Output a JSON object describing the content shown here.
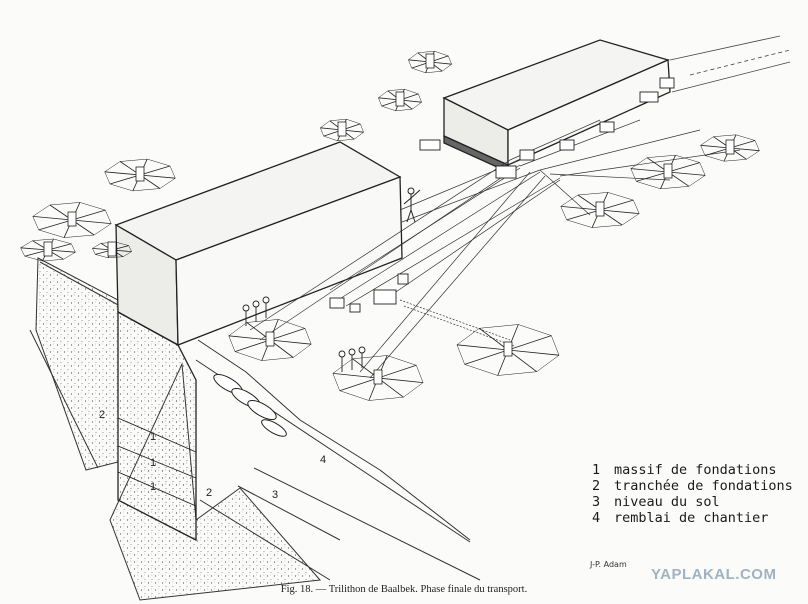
{
  "diagram": {
    "caption": "Fig. 18. — Trilithon de Baalbek. Phase finale du transport.",
    "signature": "J-P. Adam",
    "watermark": "YAPLAKAL.COM",
    "legend": [
      {
        "num": "1",
        "label": "massif de fondations"
      },
      {
        "num": "2",
        "label": "tranchée de fondations"
      },
      {
        "num": "3",
        "label": "niveau du sol"
      },
      {
        "num": "4",
        "label": "remblai de chantier"
      }
    ],
    "tags": {
      "massif": "1",
      "tranchee": "2",
      "sol": "3",
      "remblai": "4"
    }
  }
}
